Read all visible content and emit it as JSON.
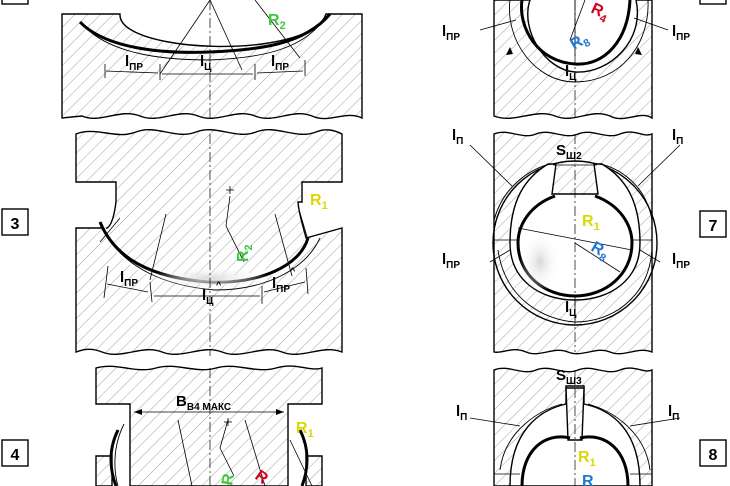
{
  "stage_numbers": [
    "3",
    "7",
    "4",
    "8"
  ],
  "labels": {
    "l_pr": "l",
    "l_pr_sub": "ПР",
    "l_c": "l",
    "l_c_sub": "Ц",
    "l_p": "l",
    "l_p_sub": "П",
    "r1": "R",
    "r1_sub": "1",
    "r2": "R",
    "r2_sub": "2",
    "r4": "R",
    "r4_sub": "4",
    "r8": "R",
    "r8_sub": "8",
    "s_sh2": "S",
    "s_sh2_sub": "Ш2",
    "s_sh3": "S",
    "s_sh3_sub": "Ш3",
    "b_max": "B",
    "b_max_sub": "B4 МАКС",
    "hat": "^"
  },
  "colors": {
    "r1": "#d9d900",
    "r2": "#3cc83c",
    "r4": "#d2001e",
    "r8": "#1e78d2",
    "ink": "#000000"
  }
}
